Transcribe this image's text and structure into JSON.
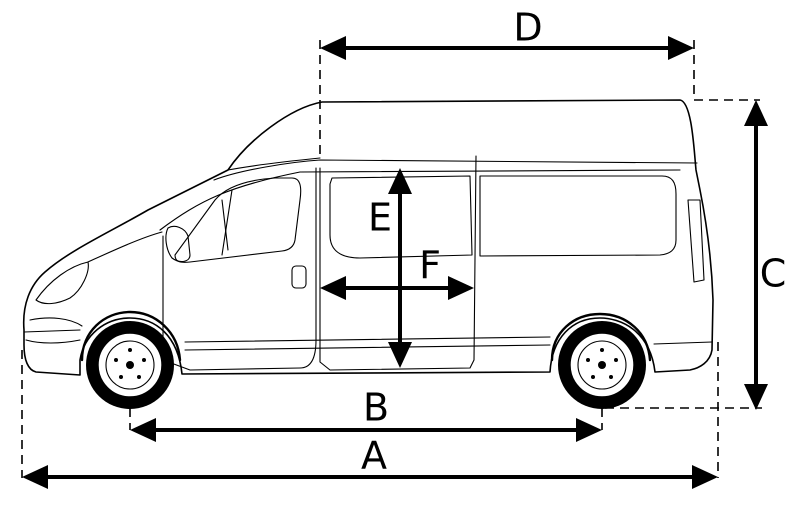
{
  "dimensions": [
    {
      "id": "A",
      "label": "A"
    },
    {
      "id": "B",
      "label": "B"
    },
    {
      "id": "C",
      "label": "C"
    },
    {
      "id": "D",
      "label": "D"
    },
    {
      "id": "E",
      "label": "E"
    },
    {
      "id": "F",
      "label": "F"
    }
  ],
  "colors": {
    "ink": "#000000",
    "paper": "#ffffff"
  }
}
